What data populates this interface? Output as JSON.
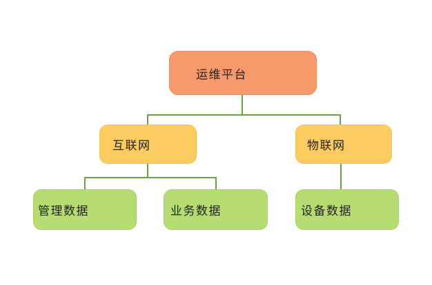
{
  "colors": {
    "root_fill": "#F8996B",
    "root_border": "#EF8A58",
    "level2_fill": "#FCCC62",
    "level2_border": "#F3BF4E",
    "level3_fill": "#B5DD71",
    "level3_border": "#A6D259",
    "connector": "#64A83C",
    "text": "#222222",
    "background": "#FFFFFF"
  },
  "nodes": {
    "platform": {
      "label": "运维平台",
      "level": 1
    },
    "internet": {
      "label": "互联网",
      "level": 2
    },
    "iot": {
      "label": "物联网",
      "level": 2
    },
    "management_data": {
      "label": "管理数据",
      "level": 3
    },
    "business_data": {
      "label": "业务数据",
      "level": 3
    },
    "device_data": {
      "label": "设备数据",
      "level": 3
    }
  },
  "edges": [
    {
      "from": "运维平台",
      "to": "互联网"
    },
    {
      "from": "运维平台",
      "to": "物联网"
    },
    {
      "from": "互联网",
      "to": "管理数据"
    },
    {
      "from": "互联网",
      "to": "业务数据"
    },
    {
      "from": "物联网",
      "to": "设备数据"
    }
  ]
}
